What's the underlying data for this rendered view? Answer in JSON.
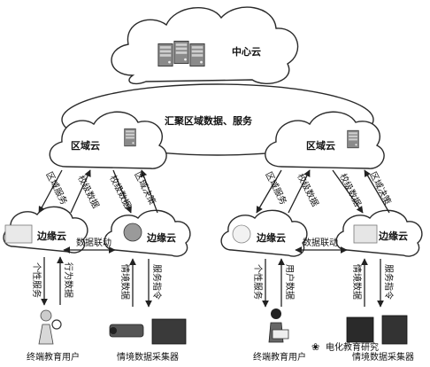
{
  "central_cloud": {
    "label": "中心云"
  },
  "aggregation_label": "汇聚区域数据、服务",
  "region_left": {
    "label": "区域云",
    "links": {
      "regional_service": "区域服务",
      "school_data": "校级数据",
      "school_data_2": "校级数据",
      "regional_decision": "区域决策"
    }
  },
  "region_right": {
    "label": "区域云",
    "links": {
      "regional_service": "区域服务",
      "school_data": "校级数据",
      "school_data_2": "校级数据",
      "regional_decision": "区域决策"
    }
  },
  "edge_left_1": {
    "label": "边缘云"
  },
  "edge_left_2": {
    "label": "边缘云"
  },
  "edge_right_1": {
    "label": "边缘云"
  },
  "edge_right_2": {
    "label": "边缘云"
  },
  "data_link_left": "数据联动",
  "data_link_right": "数据联动",
  "user_links_left": {
    "personal_service": "个性服务",
    "behavior_data": "行为数据"
  },
  "user_links_right": {
    "personal_service": "个性服务",
    "user_data": "用户数据"
  },
  "collector_links_left": {
    "context_data": "情境数据",
    "service_command": "服务指令"
  },
  "collector_links_right": {
    "context_data": "情境数据",
    "service_command": "服务指令"
  },
  "terminal_user_left": "终端教育用户",
  "terminal_user_right": "终端教育用户",
  "collector_left": "情境数据采集器",
  "collector_right": "情境数据采集器",
  "watermark": "电化教育研究"
}
